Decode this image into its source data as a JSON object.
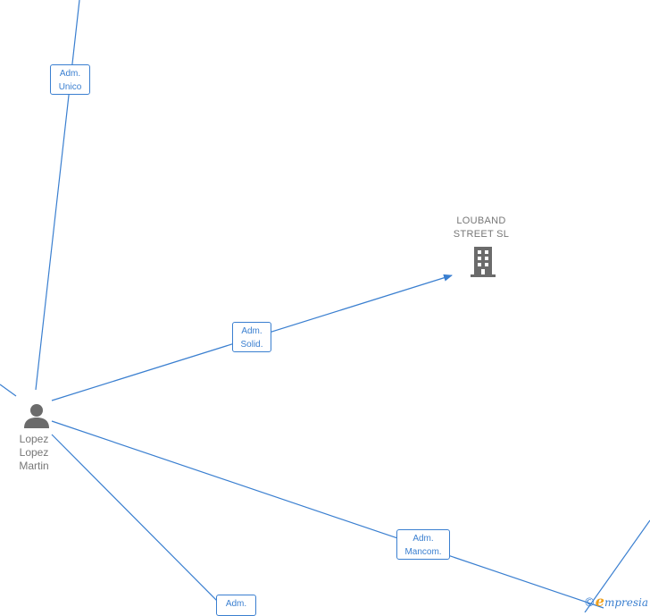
{
  "company": {
    "name_line1": "LOUBAND",
    "name_line2": "STREET  SL",
    "icon": "building-icon"
  },
  "person": {
    "name_line1": "Lopez",
    "name_line2": "Lopez",
    "name_line3": "Martin",
    "icon": "person-icon"
  },
  "relations": {
    "adm_unico": {
      "line1": "Adm.",
      "line2": "Unico"
    },
    "adm_solid": {
      "line1": "Adm.",
      "line2": "Solid."
    },
    "adm_mancom": {
      "line1": "Adm.",
      "line2": "Mancom."
    },
    "adm_bottom": {
      "line1": "Adm."
    }
  },
  "watermark": {
    "copyright": "©",
    "brand_initial": "e",
    "brand_rest": "mpresia"
  },
  "colors": {
    "edge": "#3a7fd0",
    "node_icon": "#6b6b6b",
    "label_text": "#777777",
    "brand_accent": "#f0a11c"
  }
}
